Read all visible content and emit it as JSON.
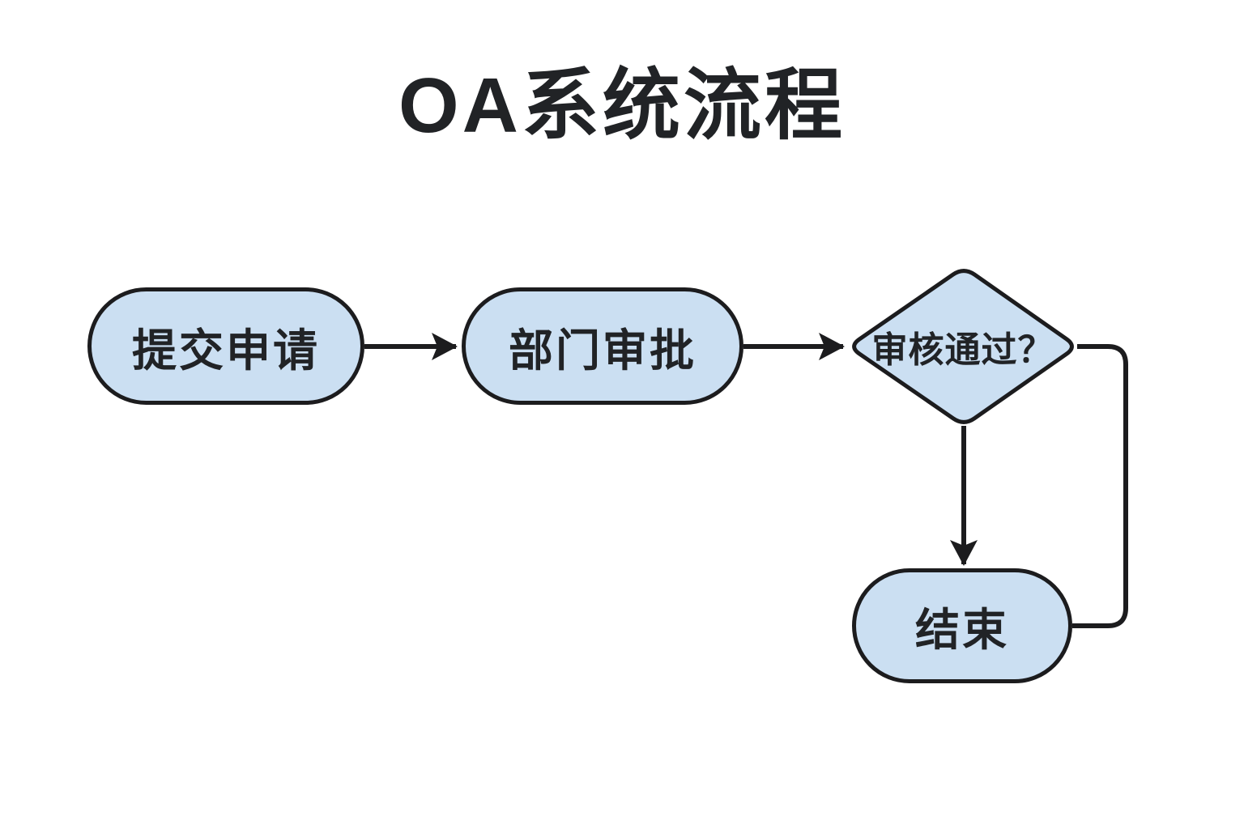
{
  "title": "OA系统流程",
  "flowchart": {
    "nodes": [
      {
        "id": "submit",
        "shape": "rounded-rect",
        "label": "提交申请"
      },
      {
        "id": "approval",
        "shape": "rounded-rect",
        "label": "部门审批"
      },
      {
        "id": "decision",
        "shape": "diamond",
        "label": "审核通过？"
      },
      {
        "id": "end",
        "shape": "rounded-rect",
        "label": "结束"
      }
    ],
    "edges": [
      {
        "from": "submit",
        "to": "approval",
        "style": "arrow"
      },
      {
        "from": "approval",
        "to": "decision",
        "style": "arrow"
      },
      {
        "from": "decision",
        "to": "end",
        "style": "arrow"
      },
      {
        "from": "decision",
        "to": "end",
        "style": "loop-line-no-arrow"
      }
    ]
  },
  "colors": {
    "background": "#ffffff",
    "node_fill": "#cbdff2",
    "stroke": "#1c1c1e",
    "text": "#212326"
  }
}
